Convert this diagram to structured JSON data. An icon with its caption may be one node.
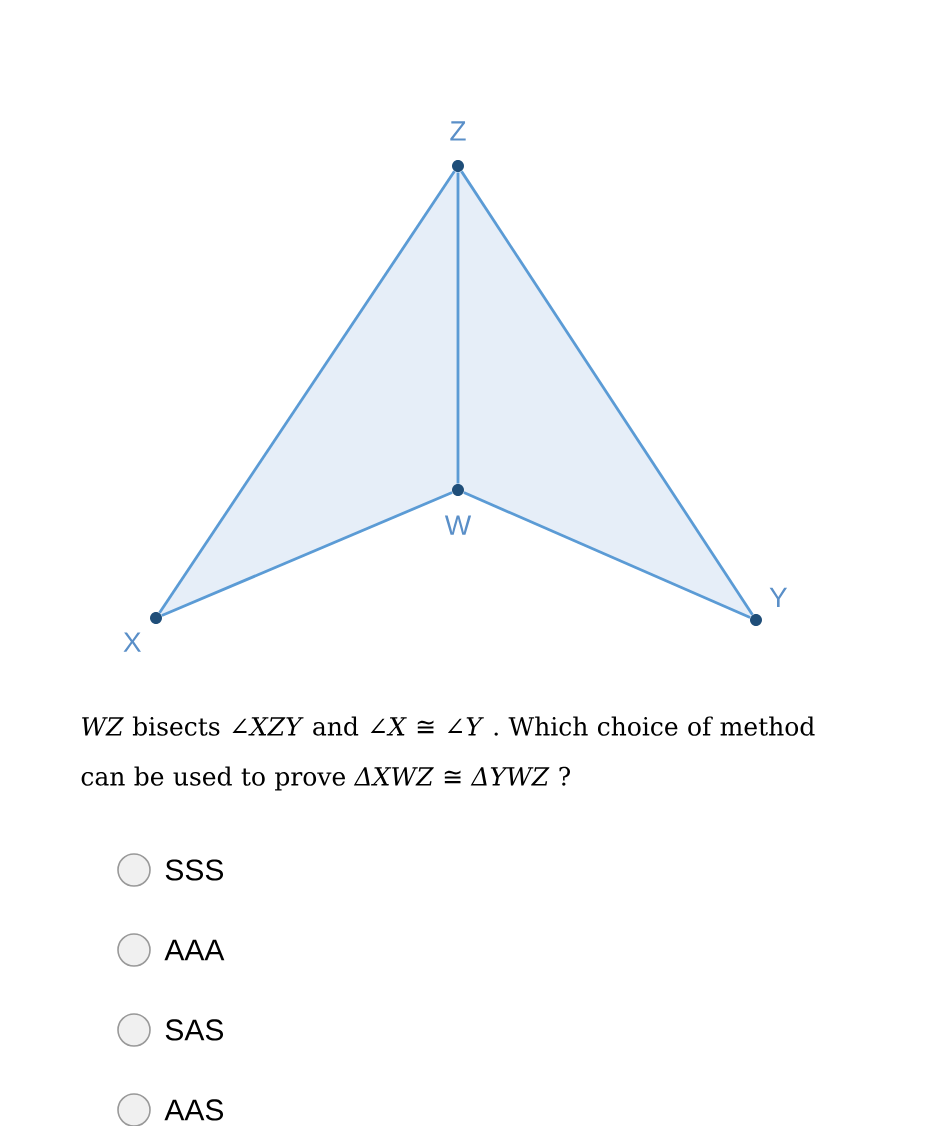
{
  "diagram": {
    "nodes": [
      {
        "text": [
          "Z"
        ]
      },
      {
        "text": [
          "W"
        ]
      },
      {
        "text": [
          "X"
        ]
      },
      {
        "text": [
          "Y"
        ]
      }
    ],
    "edges": [
      {
        "from": 0,
        "to": 2,
        "arrow": "none"
      },
      {
        "from": 0,
        "to": 3,
        "arrow": "none"
      },
      {
        "from": 0,
        "to": 1,
        "arrow": "none"
      },
      {
        "from": 1,
        "to": 2,
        "arrow": "none"
      },
      {
        "from": 1,
        "to": 3,
        "arrow": "none"
      }
    ],
    "labels": [
      "*WZ* bisects *∠XZY* and *∠X*  ≅  *∠Y* . Which choice of method can be used to prove *ΔXWZ* ≅ *ΔYWZ* ?",
      "SSS",
      "AAA",
      "SAS",
      "AAS"
    ]
  }
}
